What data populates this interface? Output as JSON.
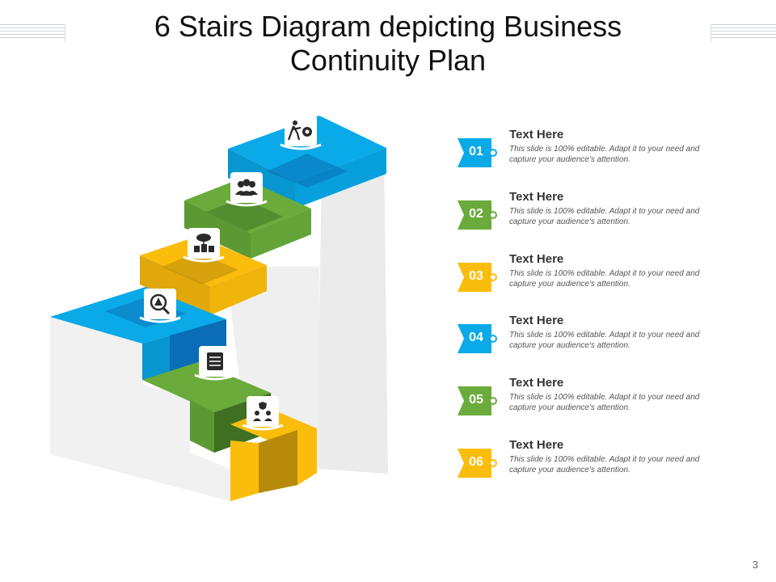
{
  "slide": {
    "title": "6 Stairs Diagram depicting Business Continuity Plan",
    "page_number": "3"
  },
  "colors": {
    "blue": "#0aaae8",
    "green": "#6aab3b",
    "yellow": "#fbbd0c",
    "dark_blue": "#0a6db5",
    "icon_bg": "#2a2a2a"
  },
  "steps": [
    {
      "number": "01",
      "title": "Text Here",
      "description": "This slide is 100% editable. Adapt it to your need and capture your audience's attention.",
      "color": "#0aaae8",
      "icon": "mover-gear-icon"
    },
    {
      "number": "02",
      "title": "Text Here",
      "description": "This slide is 100% editable. Adapt it to your need and capture your audience's attention.",
      "color": "#6aab3b",
      "icon": "team-icon"
    },
    {
      "number": "03",
      "title": "Text Here",
      "description": "This slide is 100% editable. Adapt it to your need and capture your audience's attention.",
      "color": "#fbbd0c",
      "icon": "cloud-network-icon"
    },
    {
      "number": "04",
      "title": "Text Here",
      "description": "This slide is 100% editable. Adapt it to your need and capture your audience's attention.",
      "color": "#0aaae8",
      "icon": "risk-search-icon"
    },
    {
      "number": "05",
      "title": "Text Here",
      "description": "This slide is 100% editable. Adapt it to your need and capture your audience's attention.",
      "color": "#6aab3b",
      "icon": "checklist-icon"
    },
    {
      "number": "06",
      "title": "Text Here",
      "description": "This slide is 100% editable. Adapt it to your need and capture your audience's attention.",
      "color": "#fbbd0c",
      "icon": "security-team-icon"
    }
  ]
}
